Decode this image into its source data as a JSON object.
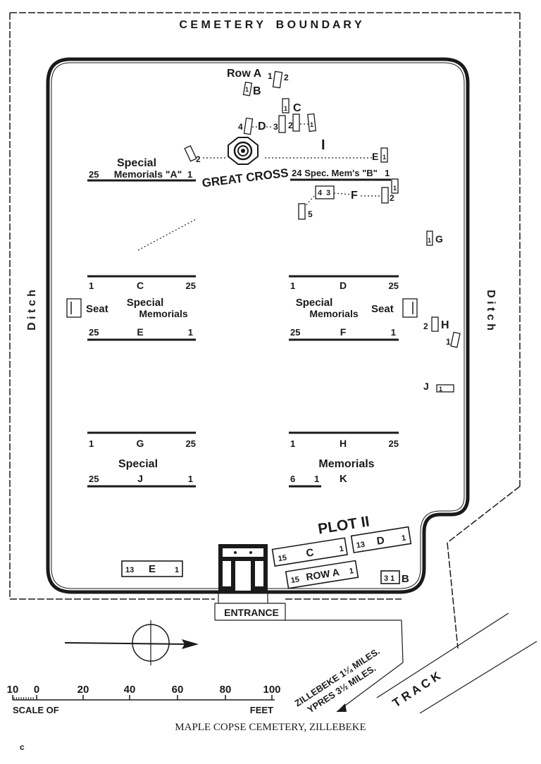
{
  "boundary": {
    "top": "C E M E T E R Y    B O U N D A R Y",
    "ditch_left": "D i t c h",
    "ditch_right": "D i t c h"
  },
  "graves_north": {
    "row_a": "Row A",
    "row_a_1": "1",
    "row_a_2": "2",
    "b_1": "1",
    "b": "B",
    "c_1": "1",
    "c": "C",
    "d": "D",
    "d_4": "4",
    "d_3": "3",
    "d_2": "2",
    "d_1": "1",
    "i": "I",
    "e": "E",
    "e_1": "1",
    "f": "F",
    "f_4": "4",
    "f_3": "3",
    "f_1": "1",
    "f_2": "2",
    "f_5": "5",
    "g": "G",
    "g_1": "1",
    "h": "H",
    "h_2": "2",
    "h_1": "1",
    "j": "J",
    "j_1": "1",
    "a_2": "2"
  },
  "cross": {
    "label": "GREAT CROSS"
  },
  "special_a": {
    "title": "Special",
    "left_num": "25",
    "label": "Memorials \"A\"",
    "right_num": "1"
  },
  "special_b": {
    "left_num": "24",
    "label": "Spec. Mem's \"B\"",
    "right_num": "1"
  },
  "rows": {
    "c_left": "1",
    "c_label": "C",
    "c_right": "25",
    "d_left": "1",
    "d_label": "D",
    "d_right": "25",
    "seat_left": "Seat",
    "seat_right": "Seat",
    "special_left": "Special",
    "memorials_left": "Memorials",
    "special_right": "Special",
    "memorials_right": "Memorials",
    "e_left": "25",
    "e_label": "E",
    "e_right": "1",
    "f_left": "25",
    "f_label": "F",
    "f_right": "1",
    "g_left": "1",
    "g_label": "G",
    "g_right": "25",
    "h_left": "1",
    "h_label": "H",
    "h_right": "25",
    "special_lower": "Special",
    "memorials_lower": "Memorials",
    "j_left": "25",
    "j_label": "J",
    "j_right": "1",
    "k_left": "6",
    "k_mid": "1",
    "k_label": "K"
  },
  "plot2": {
    "title": "PLOT II",
    "c_left": "15",
    "c_label": "C",
    "c_right": "1",
    "d_left": "13",
    "d_label": "D",
    "d_right": "1",
    "rowa_left": "15",
    "rowa_label": "ROW A",
    "rowa_right": "1",
    "b_nums": "3 1",
    "b_label": "B",
    "e_left": "13",
    "e_label": "E",
    "e_right": "1"
  },
  "entrance": "ENTRANCE",
  "directions": {
    "zillebeke": "ZILLEBEKE 1¼ MILES.",
    "ypres": "YPRES 3½ MILES.",
    "track": "T R A C K"
  },
  "scale": {
    "ticks": [
      "10",
      "0",
      "20",
      "40",
      "60",
      "80",
      "100"
    ],
    "left_label": "SCALE OF",
    "right_label": "FEET"
  },
  "caption": "MAPLE COPSE CEMETERY, ZILLEBEKE",
  "corner_mark": "c"
}
